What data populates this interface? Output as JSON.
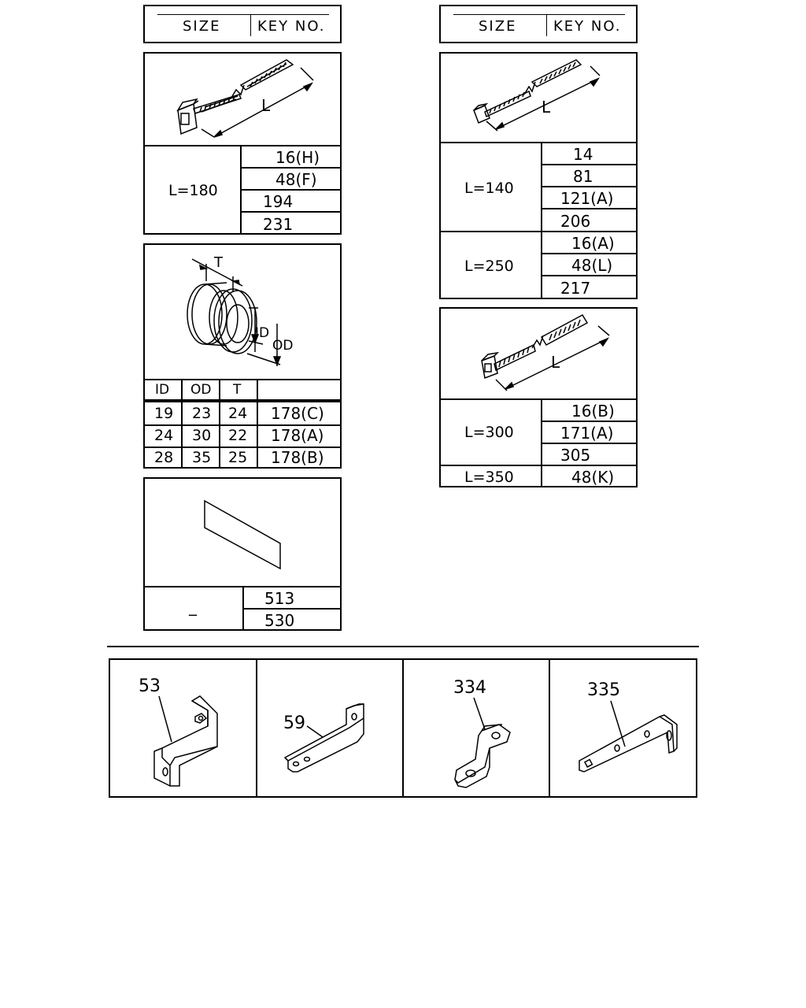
{
  "header": {
    "size_label": "SIZE",
    "key_label": "KEY NO."
  },
  "left_column": {
    "cable_tie_180": {
      "dim": "L",
      "size": "L=180",
      "keys": [
        "16(H)",
        "48(F)",
        "194",
        "231"
      ]
    },
    "grommet": {
      "dims": {
        "t": "T",
        "id": "ID",
        "od": "OD"
      },
      "columns": [
        "ID",
        "OD",
        "T",
        ""
      ],
      "rows": [
        {
          "id": "19",
          "od": "23",
          "t": "24",
          "key": "178(C)"
        },
        {
          "id": "24",
          "od": "30",
          "t": "22",
          "key": "178(A)"
        },
        {
          "id": "28",
          "od": "35",
          "t": "25",
          "key": "178(B)"
        }
      ]
    },
    "sheet": {
      "size": "_",
      "keys": [
        "513",
        "530"
      ]
    }
  },
  "right_column": {
    "cable_tie_a": {
      "dim": "L",
      "groups": [
        {
          "size": "L=140",
          "keys": [
            "14",
            "81",
            "121(A)",
            "206"
          ]
        },
        {
          "size": "L=250",
          "keys": [
            "16(A)",
            "48(L)",
            "217"
          ]
        }
      ]
    },
    "cable_tie_b": {
      "dim": "L",
      "groups": [
        {
          "size": "L=300",
          "keys": [
            "16(B)",
            "171(A)",
            "305"
          ]
        },
        {
          "size": "L=350",
          "keys": [
            "48(K)"
          ]
        }
      ]
    }
  },
  "brackets": [
    "53",
    "59",
    "334",
    "335"
  ]
}
